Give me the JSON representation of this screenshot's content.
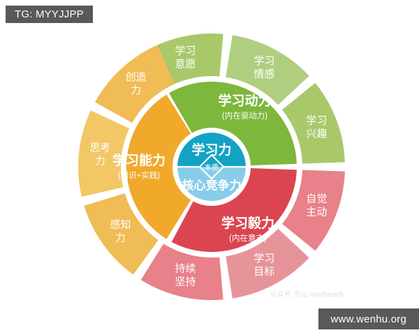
{
  "badges": {
    "tg_label": "TG: MYYJJPP",
    "site_label": "www.wenhu.org"
  },
  "watermark": {
    "text": "公众号 冷山 maybeach"
  },
  "diagram": {
    "type": "concentric-radial",
    "core": {
      "top_label": "学习力",
      "middle_label": "本质",
      "bottom_label": "核心竞争力",
      "top_color": "#12A3C4",
      "bottom_color": "#87CDEA"
    },
    "inner_ring": [
      {
        "key": "motivation",
        "main": "学习动力",
        "sub": "(内在驱动力)",
        "color": "#7DB73B",
        "start_angle": -120,
        "end_angle": -2
      },
      {
        "key": "perseverance",
        "main": "学习毅力",
        "sub": "(内在意志)",
        "color": "#DB4551",
        "start_angle": 2,
        "end_angle": 118
      },
      {
        "key": "ability",
        "main": "学习能力",
        "sub": "(知识+实践)",
        "color": "#F0A92B",
        "start_angle": 122,
        "end_angle": 238
      }
    ],
    "outer_ring": [
      {
        "key": "will",
        "lines": [
          "学习",
          "意愿"
        ],
        "color": "#A9C86A",
        "start_angle": -122,
        "end_angle": -85
      },
      {
        "key": "emotion",
        "lines": [
          "学习",
          "情感"
        ],
        "color": "#AFCE7F",
        "start_angle": -81,
        "end_angle": -43
      },
      {
        "key": "interest",
        "lines": [
          "学习",
          "兴趣"
        ],
        "color": "#A9C86A",
        "start_angle": -39,
        "end_angle": -2
      },
      {
        "key": "initiative",
        "lines": [
          "自觉",
          "主动"
        ],
        "color": "#E88189",
        "start_angle": 2,
        "end_angle": 39
      },
      {
        "key": "goal",
        "lines": [
          "学习",
          "目标"
        ],
        "color": "#E6949A",
        "start_angle": 43,
        "end_angle": 81
      },
      {
        "key": "persistence",
        "lines": [
          "持续",
          "坚持"
        ],
        "color": "#E88189",
        "start_angle": 85,
        "end_angle": 122
      },
      {
        "key": "perception",
        "lines": [
          "感知",
          "力"
        ],
        "color": "#F0BC55",
        "start_angle": 126,
        "end_angle": 163
      },
      {
        "key": "thinking",
        "lines": [
          "思考",
          "力"
        ],
        "color": "#F2C765",
        "start_angle": 167,
        "end_angle": 205
      },
      {
        "key": "creativity",
        "lines": [
          "创造",
          "力"
        ],
        "color": "#F0BC55",
        "start_angle": 209,
        "end_angle": 246
      }
    ]
  }
}
